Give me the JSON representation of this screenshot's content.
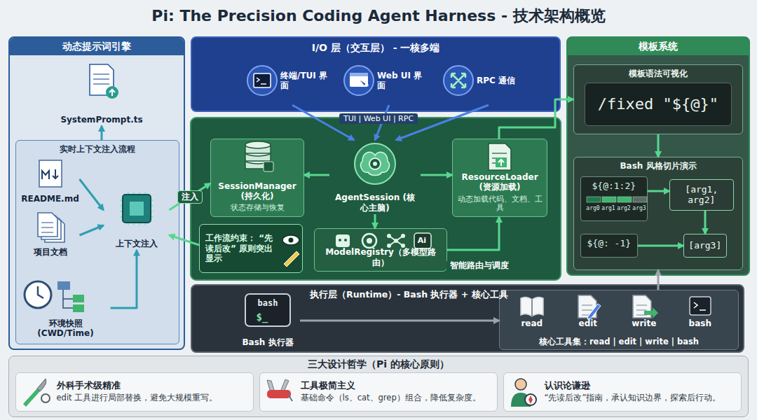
{
  "diagram": {
    "title": "Pi: The Precision Coding Agent Harness - 技术架构概览",
    "nodes": [
      {
        "text": [
          "动态提示词引擎"
        ]
      },
      {
        "text": [
          "SystemPrompt.ts"
        ],
        "in": 0
      },
      {
        "text": [
          "实时上下文注入流程"
        ],
        "in": 0
      },
      {
        "text": [
          "README.md"
        ],
        "in": 2
      },
      {
        "text": [
          "项目文档"
        ],
        "in": 2
      },
      {
        "text": [
          "上下文注入"
        ],
        "in": 2
      },
      {
        "text": [
          "环境快照 (CWD/Time)"
        ],
        "in": 2
      },
      {
        "text": [
          "I/O 层（交互层） - 一核多端"
        ]
      },
      {
        "text": [
          "终端/TUI 界面"
        ],
        "in": 7
      },
      {
        "text": [
          "Web UI 界面"
        ],
        "in": 7
      },
      {
        "text": [
          "RPC 通信"
        ],
        "in": 7
      },
      {
        "text": [
          "SessionManager (持久化)",
          "状态存储与恢复"
        ]
      },
      {
        "text": [
          "AgentSession (核心主脑)"
        ]
      },
      {
        "text": [
          "ResourceLoader (资源加载)",
          "动态加载代码、文档、工具"
        ]
      },
      {
        "text": [
          "工作流约束： “先读后改” 原则突出显示"
        ]
      },
      {
        "text": [
          "ModelRegistry（多模型路由）"
        ]
      },
      {
        "text": [
          "模板系统"
        ]
      },
      {
        "text": [
          "模板语法可视化"
        ],
        "in": 16
      },
      {
        "text": [
          "/fixed \"${@}\""
        ],
        "in": 17
      },
      {
        "text": [
          "Bash 风格切片演示"
        ],
        "in": 16
      },
      {
        "text": [
          "${@:1:2}"
        ],
        "in": 19
      },
      {
        "text": [
          "[arg1, arg2]"
        ],
        "in": 19
      },
      {
        "text": [
          "${@: -1}"
        ],
        "in": 19
      },
      {
        "text": [
          "[arg3]"
        ],
        "in": 19
      },
      {
        "text": [
          "执行层（Runtime）- Bash 执行器 + 核心工具"
        ]
      },
      {
        "text": [
          "Bash 执行器"
        ],
        "in": 24
      },
      {
        "text": [
          "核心工具集：read | edit | write | bash"
        ],
        "in": 24
      },
      {
        "text": [
          "read"
        ],
        "in": 26
      },
      {
        "text": [
          "edit"
        ],
        "in": 26
      },
      {
        "text": [
          "write"
        ],
        "in": 26
      },
      {
        "text": [
          "bash"
        ],
        "in": 26
      },
      {
        "text": [
          "三大设计哲学（Pi 的核心原则）"
        ]
      },
      {
        "text": [
          "外科手术级精准",
          "edit 工具进行局部替换，避免大规模重写。"
        ],
        "in": 31
      },
      {
        "text": [
          "工具极简主义",
          "基础命令（ls、cat、grep）组合，降低复杂度。"
        ],
        "in": 31
      },
      {
        "text": [
          "认识论谦逊",
          "“先读后改”指南，承认知识边界，探索后行动。"
        ],
        "in": 31
      }
    ],
    "edges": [
      {
        "from": 2,
        "to": 1,
        "arrow": "to"
      },
      {
        "from": 3,
        "to": 5,
        "arrow": "to"
      },
      {
        "from": 4,
        "to": 5,
        "arrow": "to"
      },
      {
        "from": 6,
        "to": 5,
        "arrow": "to"
      },
      {
        "from": 5,
        "to": 11,
        "label": "注入",
        "arrow": "to"
      },
      {
        "from": 14,
        "to": 5,
        "arrow": "to"
      },
      {
        "from": 8,
        "to": 12,
        "arrow": "to"
      },
      {
        "from": 9,
        "to": 12,
        "arrow": "to"
      },
      {
        "from": 10,
        "to": 12,
        "arrow": "to"
      },
      {
        "from": 12,
        "to": 11,
        "arrow": "to"
      },
      {
        "from": 12,
        "to": 13,
        "arrow": "to"
      },
      {
        "from": 12,
        "to": 15,
        "arrow": "to"
      },
      {
        "from": 15,
        "to": 13,
        "label": "智能路由与调度",
        "arrow": "to"
      },
      {
        "from": 13,
        "to": 17,
        "arrow": "to"
      },
      {
        "from": 17,
        "to": 19,
        "arrow": "to"
      },
      {
        "from": 25,
        "to": 26,
        "arrow": "to"
      },
      {
        "from": 26,
        "to": 19,
        "arrow": "to"
      },
      {
        "from": 20,
        "to": 21,
        "arrow": "to"
      },
      {
        "from": 21,
        "to": 23,
        "arrow": "to"
      },
      {
        "from": 22,
        "to": 23,
        "arrow": "to"
      }
    ],
    "labels": [
      "TUI | Web UI | RPC",
      "arg0",
      "arg1",
      "arg2",
      "arg3",
      "Ai",
      "bash",
      "$_"
    ]
  }
}
